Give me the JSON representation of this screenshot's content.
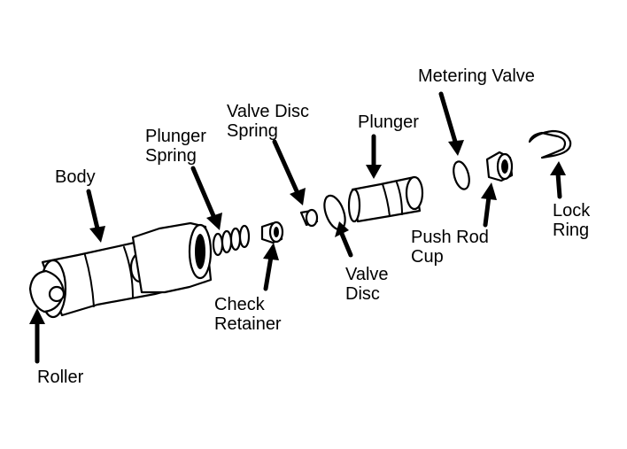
{
  "labels": {
    "metering_valve": "Metering Valve",
    "valve_disc_spring_1": "Valve Disc",
    "valve_disc_spring_2": "Spring",
    "plunger": "Plunger",
    "plunger_spring_1": "Plunger",
    "plunger_spring_2": "Spring",
    "body": "Body",
    "lock_ring_1": "Lock",
    "lock_ring_2": "Ring",
    "push_rod_cup_1": "Push Rod",
    "push_rod_cup_2": "Cup",
    "valve_disc_1": "Valve",
    "valve_disc_2": "Disc",
    "check_retainer_1": "Check",
    "check_retainer_2": "Retainer",
    "roller": "Roller"
  }
}
